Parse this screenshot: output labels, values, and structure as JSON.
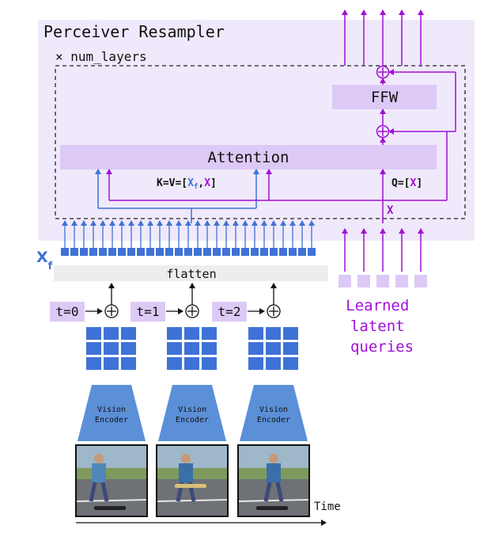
{
  "title": "Perceiver Resampler",
  "num_layers_label": "× num_layers",
  "ffw_label": "FFW",
  "attention_label": "Attention",
  "kv_label": {
    "prefix": "K=V=[",
    "xf": "X",
    "xf_sub": "f",
    "sep": ",",
    "x": "X",
    "suffix": "]"
  },
  "q_label": {
    "prefix": "Q=[",
    "x": "X",
    "suffix": "]"
  },
  "x_label": "X",
  "xf_label": {
    "main": "X",
    "sub": "f"
  },
  "flatten_label": "flatten",
  "time_steps": [
    "t=0",
    "t=1",
    "t=2"
  ],
  "encoder_label": [
    "Vision",
    "Encoder"
  ],
  "learned_latent_label": [
    "Learned",
    "latent",
    "queries"
  ],
  "time_axis_label": "Time",
  "plus_symbol": "+",
  "colors": {
    "resampler_bg": "#efe9fb",
    "block_fill": "#ddc9f6",
    "flatten_fill": "#ededed",
    "blue": "#3f72d6",
    "purple": "#a10fd7",
    "encoder_fill": "#5b8fd8",
    "text": "#111111"
  }
}
